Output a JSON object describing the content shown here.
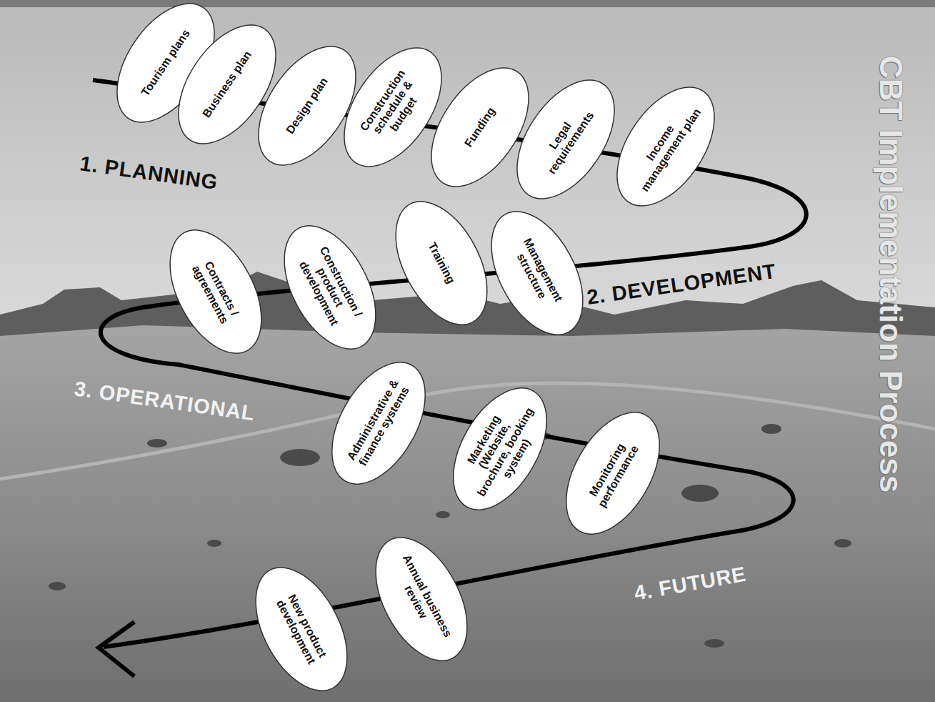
{
  "diagram": {
    "title": "CBT Implementation Process",
    "nodes": [
      {
        "text": [
          "Tourism plans"
        ]
      },
      {
        "text": [
          "Business plan"
        ]
      },
      {
        "text": [
          "Design plan"
        ]
      },
      {
        "text": [
          "Construction schedule & budget"
        ]
      },
      {
        "text": [
          "Funding"
        ]
      },
      {
        "text": [
          "Legal requirements"
        ]
      },
      {
        "text": [
          "Income management plan"
        ]
      },
      {
        "text": [
          "Management structure"
        ]
      },
      {
        "text": [
          "Training"
        ]
      },
      {
        "text": [
          "Construction / product development"
        ]
      },
      {
        "text": [
          "Contracts / agreements"
        ]
      },
      {
        "text": [
          "Administrative & finance systems"
        ]
      },
      {
        "text": [
          "Marketing (Website, brochure, booking system)"
        ]
      },
      {
        "text": [
          "Monitoring performance"
        ]
      },
      {
        "text": [
          "Annual business review"
        ]
      },
      {
        "text": [
          "New product development"
        ]
      }
    ],
    "labels": [
      "1. PLANNING",
      "2. DEVELOPMENT",
      "3. OPERATIONAL",
      "4. FUTURE"
    ]
  }
}
